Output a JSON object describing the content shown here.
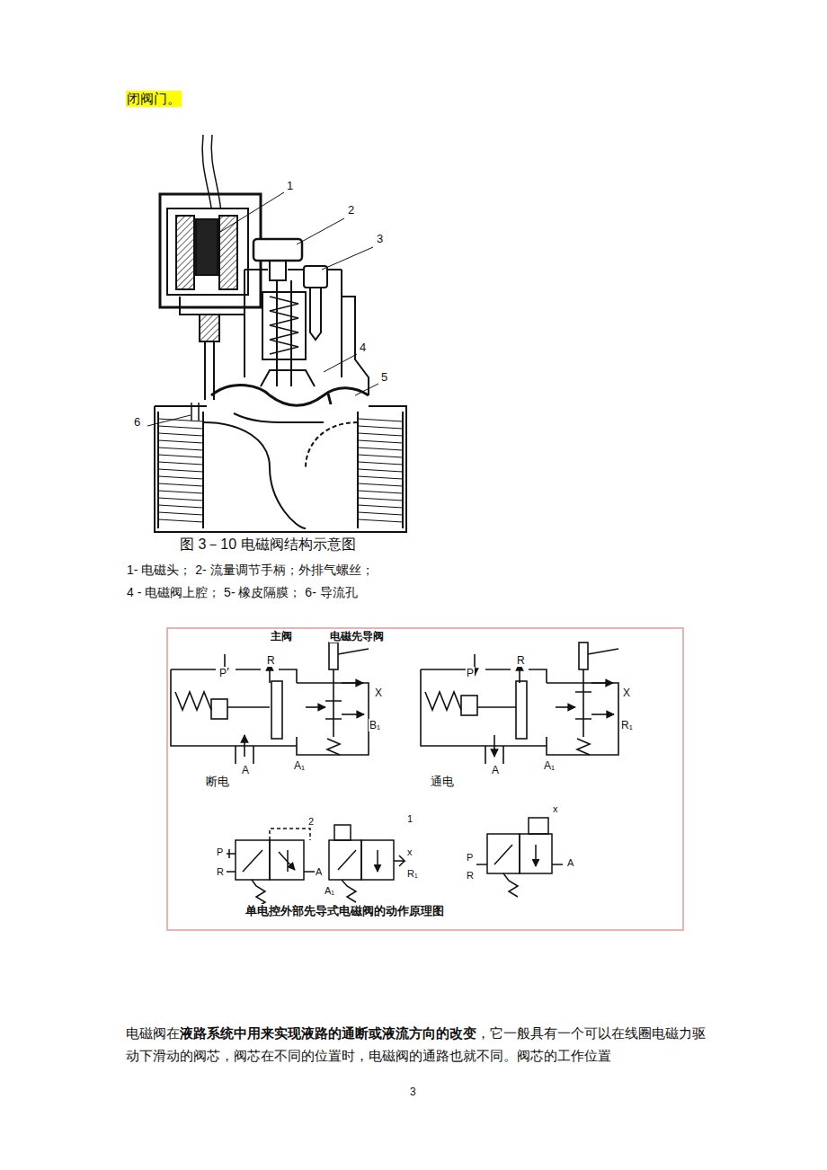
{
  "diagram": {
    "caption": "图 3－10 电磁阀结构示意图",
    "labels": [
      "闭阀门。",
      "1",
      "2",
      "3",
      "4",
      "5",
      "6",
      "1- 电磁头； 2- 流量调节手柄；外排气螺丝；",
      "4 - 电磁阀上腔； 5- 橡皮隔膜； 6- 导流孔",
      "主阀",
      "电磁先导阀",
      "P",
      "R",
      "X",
      "B₁",
      "A",
      "A₁",
      "断电",
      "P",
      "R",
      "X",
      "R₁",
      "A",
      "A₁",
      "通电",
      "2",
      "1",
      "P",
      "R",
      "A",
      "A₁",
      "x",
      "R₁",
      "x",
      "P",
      "R",
      "A",
      "单电控外部先导式电磁阀的动作原理图",
      "电磁阀在",
      "液路系统中用来实现液路的通断或液流方向的改变",
      "，它一般具有一个可以在线圈电磁力驱动下滑动的阀芯，阀芯在不同的位置时，电磁阀的通路也就不同。阀芯的工作位置",
      "3"
    ]
  }
}
